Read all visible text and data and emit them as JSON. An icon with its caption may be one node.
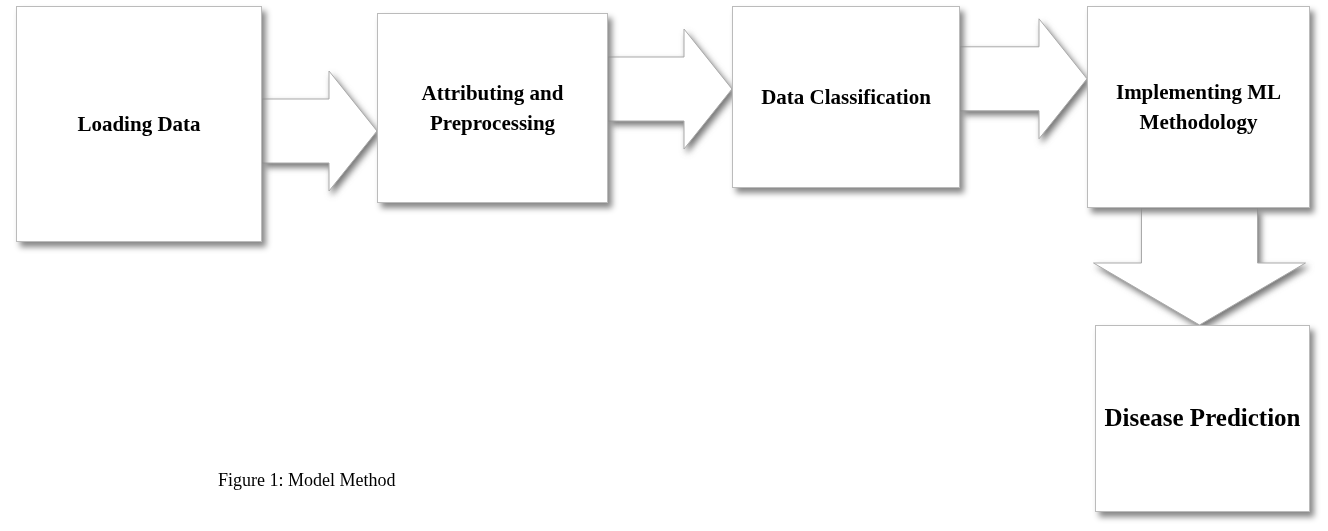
{
  "diagram": {
    "caption": "Figure 1: Model Method",
    "nodes": [
      {
        "text": [
          "Loading Data"
        ]
      },
      {
        "text": [
          "Attributing and Preprocessing"
        ]
      },
      {
        "text": [
          "Data Classification"
        ]
      },
      {
        "text": [
          "Implementing ML Methodology"
        ]
      },
      {
        "text": [
          "Disease Prediction"
        ]
      }
    ],
    "edges": [
      {
        "from": 0,
        "to": 1,
        "arrow": "to"
      },
      {
        "from": 1,
        "to": 2,
        "arrow": "to"
      },
      {
        "from": 2,
        "to": 3,
        "arrow": "to"
      },
      {
        "from": 3,
        "to": 4,
        "arrow": "to"
      }
    ]
  }
}
